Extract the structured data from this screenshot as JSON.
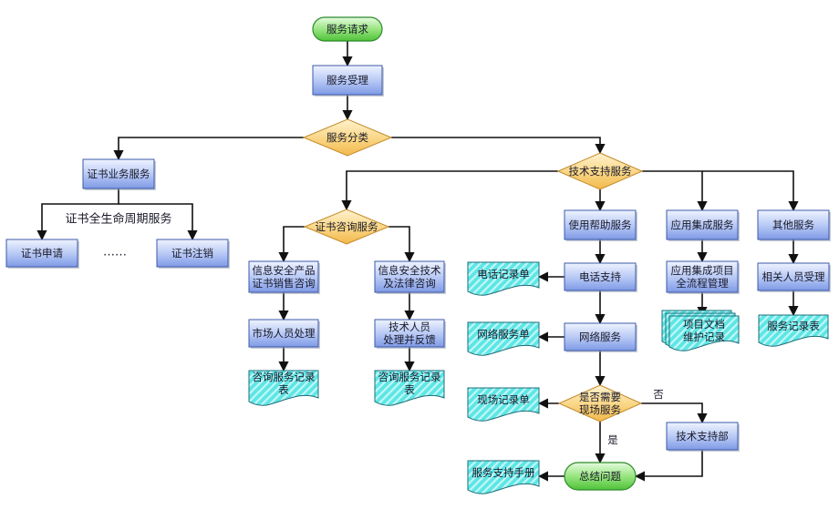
{
  "diagram": {
    "title": "服务请求流程图",
    "colors": {
      "terminal": "#7ad36a",
      "process": "#8ea8ea",
      "decision": "#f5c76a",
      "document": "#5fe3e3",
      "edge": "#111111"
    },
    "nodes": {
      "start": {
        "label": "服务请求",
        "type": "terminal"
      },
      "accept": {
        "label": "服务受理",
        "type": "process"
      },
      "classify": {
        "label": "服务分类",
        "type": "decision"
      },
      "cert_business": {
        "label": "证书业务服务",
        "type": "process"
      },
      "cert_lifecycle": {
        "label": "证书全生命周期服务",
        "type": "annotation"
      },
      "cert_apply": {
        "label": "证书申请",
        "type": "process"
      },
      "ellipsis": {
        "label": "……",
        "type": "annotation"
      },
      "cert_revoke": {
        "label": "证书注销",
        "type": "process"
      },
      "tech_support": {
        "label": "技术支持服务",
        "type": "decision"
      },
      "cert_consult": {
        "label": "证书咨询服务",
        "type": "decision"
      },
      "product_consult": {
        "label": [
          "信息安全产品",
          "证书销售咨询"
        ],
        "type": "process"
      },
      "legal_consult": {
        "label": [
          "信息安全技术",
          "及法律咨询"
        ],
        "type": "process"
      },
      "market_handle": {
        "label": "市场人员处理",
        "type": "process"
      },
      "tech_handle": {
        "label": [
          "技术人员",
          "处理并反馈"
        ],
        "type": "process"
      },
      "consult_record_1": {
        "label": [
          "咨询服务记录",
          "表"
        ],
        "type": "document"
      },
      "consult_record_2": {
        "label": [
          "咨询服务记录",
          "表"
        ],
        "type": "document"
      },
      "help_service": {
        "label": "使用帮助服务",
        "type": "process"
      },
      "app_integration": {
        "label": "应用集成服务",
        "type": "process"
      },
      "other_service": {
        "label": "其他服务",
        "type": "process"
      },
      "phone_support": {
        "label": "电话支持",
        "type": "process"
      },
      "phone_record": {
        "label": "电话记录单",
        "type": "document"
      },
      "network_service": {
        "label": "网络服务",
        "type": "process"
      },
      "network_record": {
        "label": "网络服务单",
        "type": "document"
      },
      "onsite_decision": {
        "label": [
          "是否需要",
          "现场服务"
        ],
        "type": "decision"
      },
      "onsite_record": {
        "label": "现场记录单",
        "type": "document"
      },
      "tech_dept": {
        "label": "技术支持部",
        "type": "process"
      },
      "summary": {
        "label": "总结问题",
        "type": "terminal"
      },
      "support_manual": {
        "label": "服务支持手册",
        "type": "document"
      },
      "project_mgmt": {
        "label": [
          "应用集成项目",
          "全流程管理"
        ],
        "type": "process"
      },
      "project_docs": {
        "label": [
          "项目文档",
          "维护记录"
        ],
        "type": "multidocument"
      },
      "staff_accept": {
        "label": "相关人员受理",
        "type": "process"
      },
      "service_record": {
        "label": "服务记录表",
        "type": "document"
      }
    },
    "edge_labels": {
      "no": "否",
      "yes": "是"
    }
  }
}
